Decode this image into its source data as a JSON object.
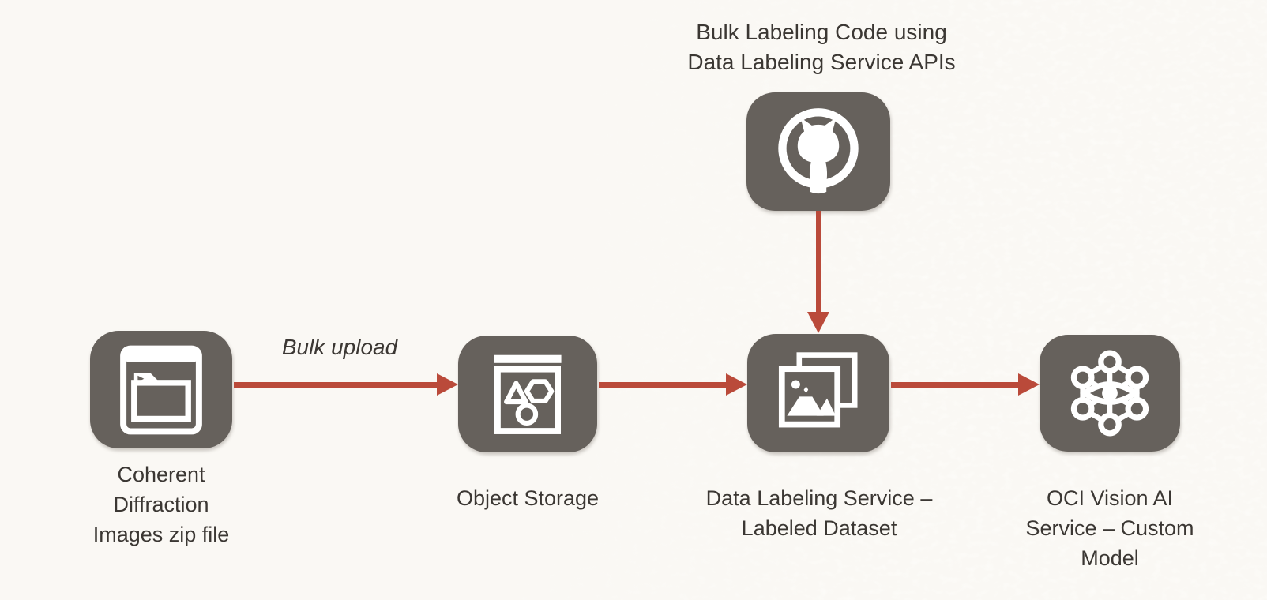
{
  "colors": {
    "background": "#faf8f4",
    "box": "#66615c",
    "arrow": "#ba4a3a",
    "text": "#3b3733"
  },
  "nodes": {
    "github": {
      "icon": "github-icon",
      "label": "Bulk Labeling Code using\nData Labeling Service APIs"
    },
    "zip": {
      "icon": "folder-window-icon",
      "label": "Coherent\nDiffraction\nImages zip file"
    },
    "object_storage": {
      "icon": "object-storage-icon",
      "label": "Object Storage"
    },
    "data_labeling": {
      "icon": "image-stack-icon",
      "label": "Data Labeling Service –\nLabeled Dataset"
    },
    "vision": {
      "icon": "vision-network-icon",
      "label": "OCI Vision AI\nService – Custom\nModel"
    }
  },
  "edges": [
    {
      "from": "zip",
      "to": "object_storage",
      "label": "Bulk upload"
    },
    {
      "from": "object_storage",
      "to": "data_labeling",
      "label": ""
    },
    {
      "from": "data_labeling",
      "to": "vision",
      "label": ""
    },
    {
      "from": "github",
      "to": "data_labeling",
      "label": ""
    }
  ]
}
